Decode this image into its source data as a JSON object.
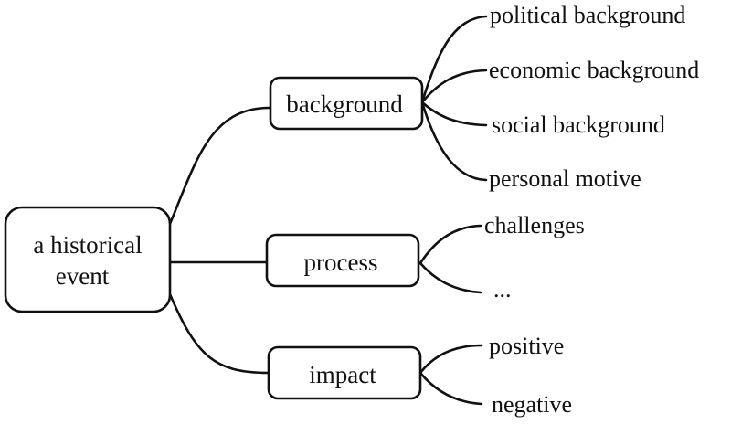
{
  "root": {
    "label_line1": "a historical",
    "label_line2": "event"
  },
  "branches": [
    {
      "label": "background",
      "leaves": [
        "political background",
        "economic background",
        "social background",
        "personal motive"
      ]
    },
    {
      "label": "process",
      "leaves": [
        "challenges",
        "..."
      ]
    },
    {
      "label": "impact",
      "leaves": [
        "positive",
        "negative"
      ]
    }
  ]
}
